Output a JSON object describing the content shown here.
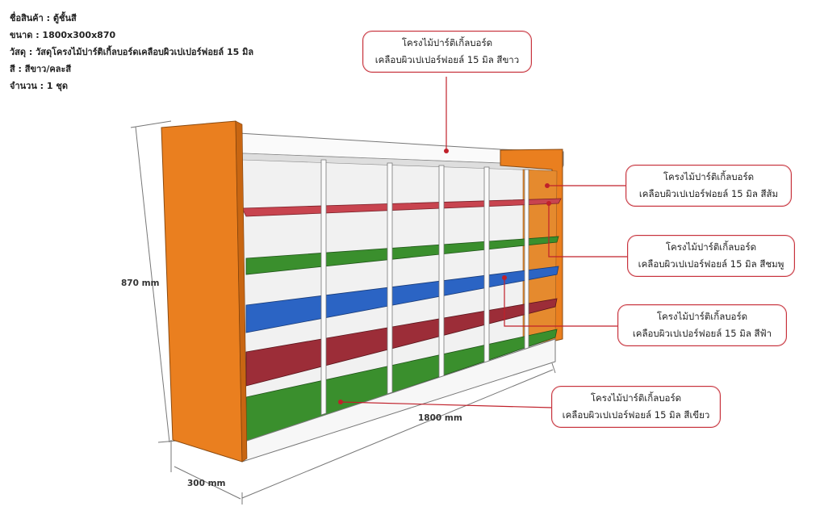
{
  "specs": {
    "name": "ชื่อสินค้า : ตู้ชั้นสี",
    "size": "ขนาด : 1800x300x870",
    "material": "วัสดุ : วัสดุโครงไม้ปาร์ติเกิ้ลบอร์ดเคลือบผิวเปเปอร์ฟอยล์ 15 มิล",
    "color": "สี : สีขาว/คละสี",
    "quantity": "จำนวน : 1 ชุด"
  },
  "callouts": {
    "white": {
      "line1": "โครงไม้ปาร์ติเกิ้ลบอร์ด",
      "line2": "เคลือบผิวเปเปอร์ฟอยล์ 15 มิล สีขาว"
    },
    "orange": {
      "line1": "โครงไม้ปาร์ติเกิ้ลบอร์ด",
      "line2": "เคลือบผิวเปเปอร์ฟอยล์ 15 มิล สีส้ม"
    },
    "pink": {
      "line1": "โครงไม้ปาร์ติเกิ้ลบอร์ด",
      "line2": "เคลือบผิวเปเปอร์ฟอยล์ 15 มิล สีชมพู"
    },
    "blue": {
      "line1": "โครงไม้ปาร์ติเกิ้ลบอร์ด",
      "line2": "เคลือบผิวเปเปอร์ฟอยล์ 15 มิล สีฟ้า"
    },
    "green": {
      "line1": "โครงไม้ปาร์ติเกิ้ลบอร์ด",
      "line2": "เคลือบผิวเปเปอร์ฟอยล์ 15 มิล สีเขียว"
    }
  },
  "dimensions": {
    "height": "870 mm",
    "width": "1800 mm",
    "depth": "300 mm"
  },
  "colors": {
    "orange": "#ea7f1f",
    "green": "#3a8f2d",
    "blue": "#2b64c4",
    "pink": "#b03a46",
    "white": "#f4f4f4",
    "callout_border": "#c8323c",
    "leader": "#c0202a"
  }
}
